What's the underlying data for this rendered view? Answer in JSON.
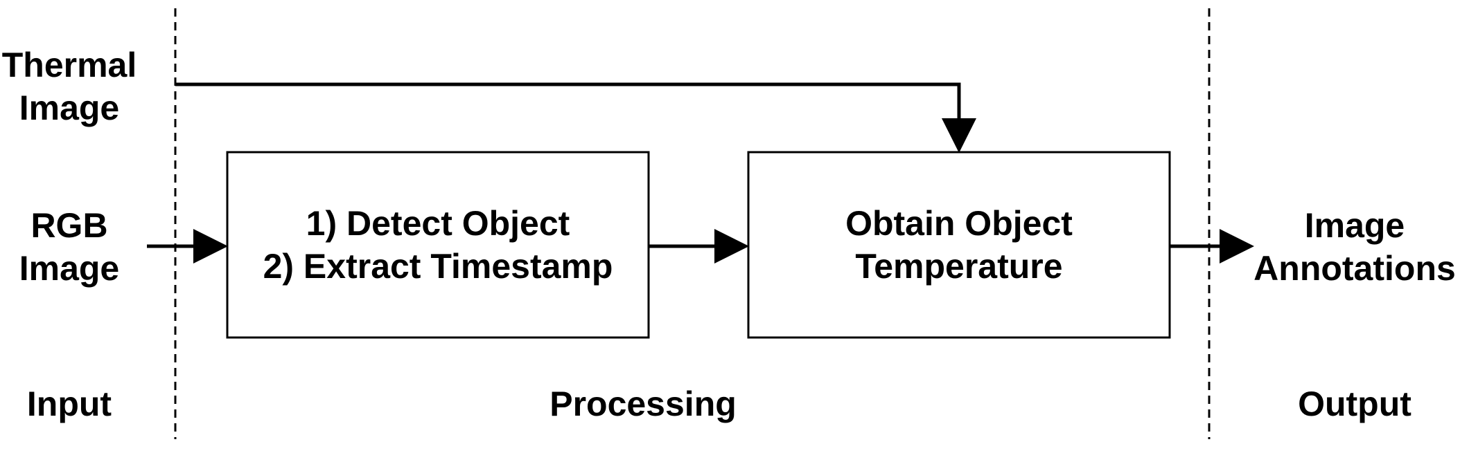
{
  "inputs": {
    "thermal": [
      "Thermal",
      "Image"
    ],
    "rgb": [
      "RGB",
      "Image"
    ]
  },
  "boxes": {
    "detect": [
      "1) Detect Object",
      "2) Extract Timestamp"
    ],
    "temperature": [
      "Obtain Object",
      "Temperature"
    ]
  },
  "output": [
    "Image",
    "Annotations"
  ],
  "sections": {
    "input": "Input",
    "processing": "Processing",
    "output": "Output"
  },
  "colors": {
    "stroke": "#000000",
    "background": "#ffffff"
  }
}
